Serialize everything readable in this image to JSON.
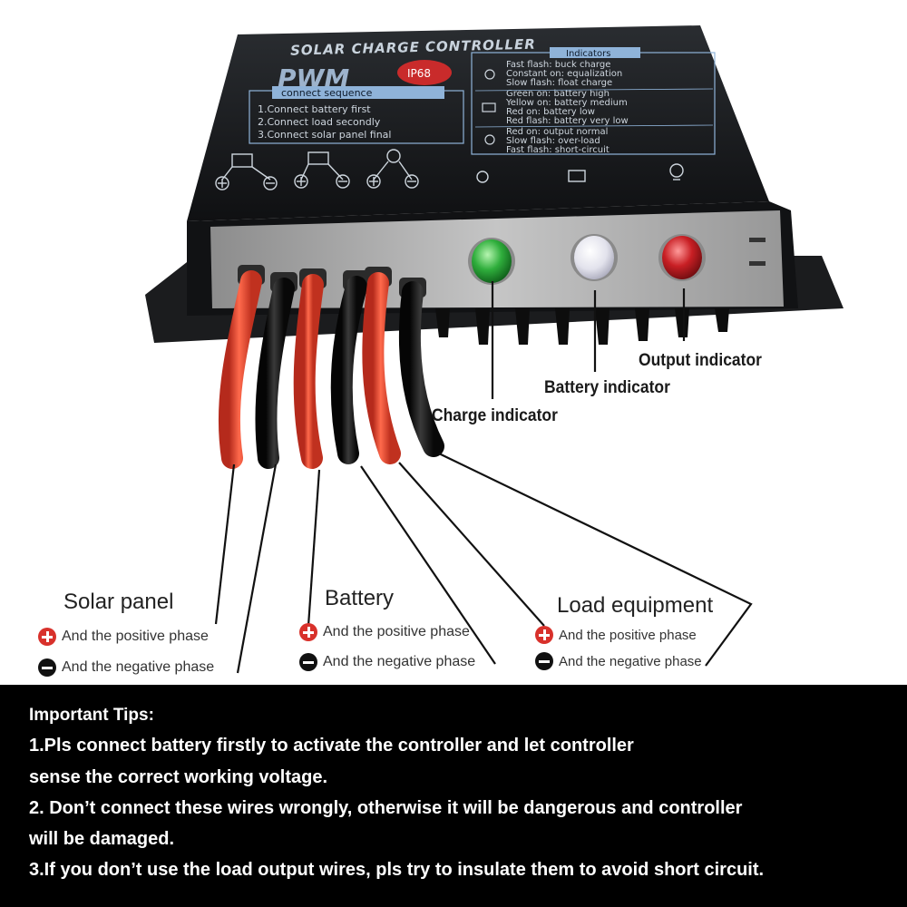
{
  "device": {
    "title": "SOLAR CHARGE CONTROLLER",
    "model": "PWM",
    "rating": "IP68",
    "sequence_header": "connect sequence",
    "sequence": [
      "1.Connect battery first",
      "2.Connect load secondly",
      "3.Connect solar panel final"
    ],
    "indicators_header": "Indicators",
    "charge_states": [
      "Fast flash: buck charge",
      "Constant on: equalization",
      "Slow flash: float charge"
    ],
    "battery_states": [
      "Green on: battery high",
      "Yellow on: battery medium",
      "Red on: battery low",
      "Red flash: battery very low"
    ],
    "load_states": [
      "Red on: output normal",
      "Slow flash: over-load",
      "Fast flash: short-circuit"
    ],
    "led_colors": {
      "charge": "#2fae3c",
      "battery": "#e8e8f0",
      "output": "#c81f24"
    }
  },
  "indicator_labels": {
    "output": "Output indicator",
    "battery": "Battery indicator",
    "charge": "Charge indicator"
  },
  "groups": {
    "solar": {
      "title": "Solar panel",
      "positive": "And the positive phase",
      "negative": "And the negative phase"
    },
    "battery": {
      "title": "Battery",
      "positive": "And the positive phase",
      "negative": "And the negative phase"
    },
    "load": {
      "title": "Load equipment",
      "positive": "And the positive phase",
      "negative": "And the negative phase"
    }
  },
  "tips": {
    "heading": "Important Tips:",
    "lines": [
      "1.Pls connect battery firstly  to activate the controller and let controller",
      "sense the correct  working voltage.",
      "2. Don’t connect these wires wrongly, otherwise it will be dangerous and controller",
      "will be damaged.",
      "3.If you don’t use the load output wires, pls try to insulate them to avoid short circuit."
    ]
  }
}
